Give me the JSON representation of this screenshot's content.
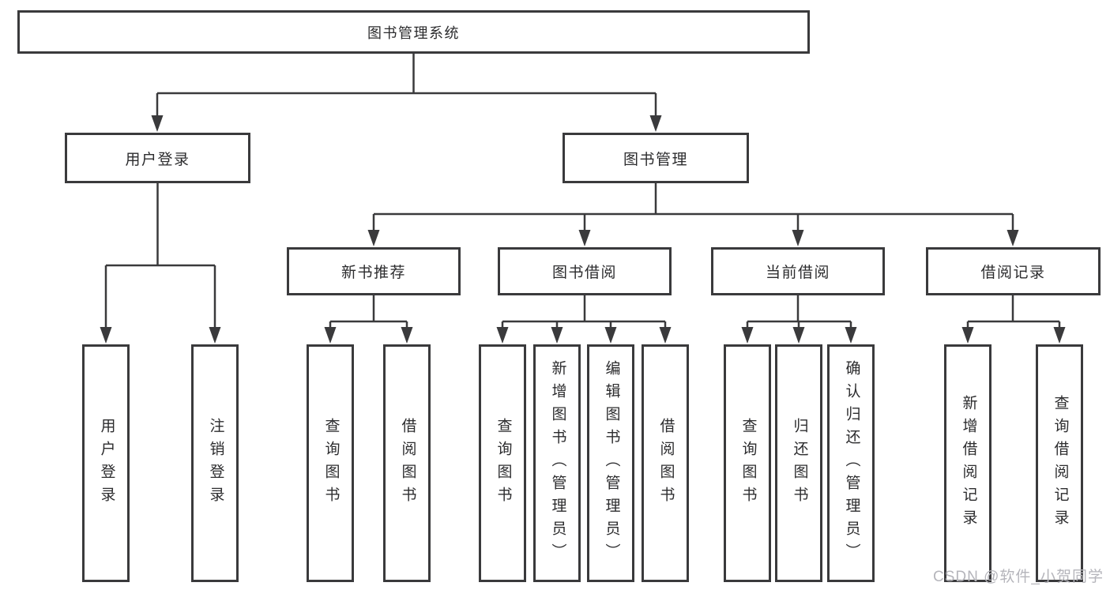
{
  "diagram": {
    "root": {
      "label": "图书管理系统"
    },
    "branches": [
      {
        "label": "用户登录",
        "children": [
          {
            "label": "用户登录"
          },
          {
            "label": "注销登录"
          }
        ]
      },
      {
        "label": "图书管理",
        "children": [
          {
            "label": "新书推荐",
            "children": [
              {
                "label": "查询图书"
              },
              {
                "label": "借阅图书"
              }
            ]
          },
          {
            "label": "图书借阅",
            "children": [
              {
                "label": "查询图书"
              },
              {
                "label": "新增图书（管理员）"
              },
              {
                "label": "编辑图书（管理员）"
              },
              {
                "label": "借阅图书"
              }
            ]
          },
          {
            "label": "当前借阅",
            "children": [
              {
                "label": "查询图书"
              },
              {
                "label": "归还图书"
              },
              {
                "label": "确认归还（管理员）"
              }
            ]
          },
          {
            "label": "借阅记录",
            "children": [
              {
                "label": "新增借阅记录"
              },
              {
                "label": "查询借阅记录"
              }
            ]
          }
        ]
      }
    ]
  },
  "watermark": {
    "text": "CSDN @软件_小贺同学"
  },
  "colors": {
    "line": "#3a3a3c",
    "border": "#3a3a3c",
    "text": "#2c2c2e",
    "watermark": "#b5b5bb",
    "background": "#ffffff"
  }
}
